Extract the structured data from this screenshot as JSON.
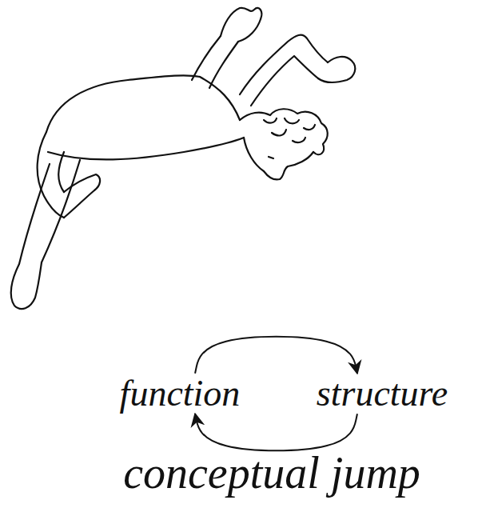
{
  "diagram": {
    "nodes": [
      {
        "text": [
          "function"
        ]
      },
      {
        "text": [
          "structure"
        ]
      }
    ],
    "edges": [
      {
        "from": 0,
        "to": 1,
        "arrow": "to"
      },
      {
        "from": 1,
        "to": 0,
        "arrow": "to"
      }
    ],
    "labels": [
      "conceptual jump"
    ]
  }
}
